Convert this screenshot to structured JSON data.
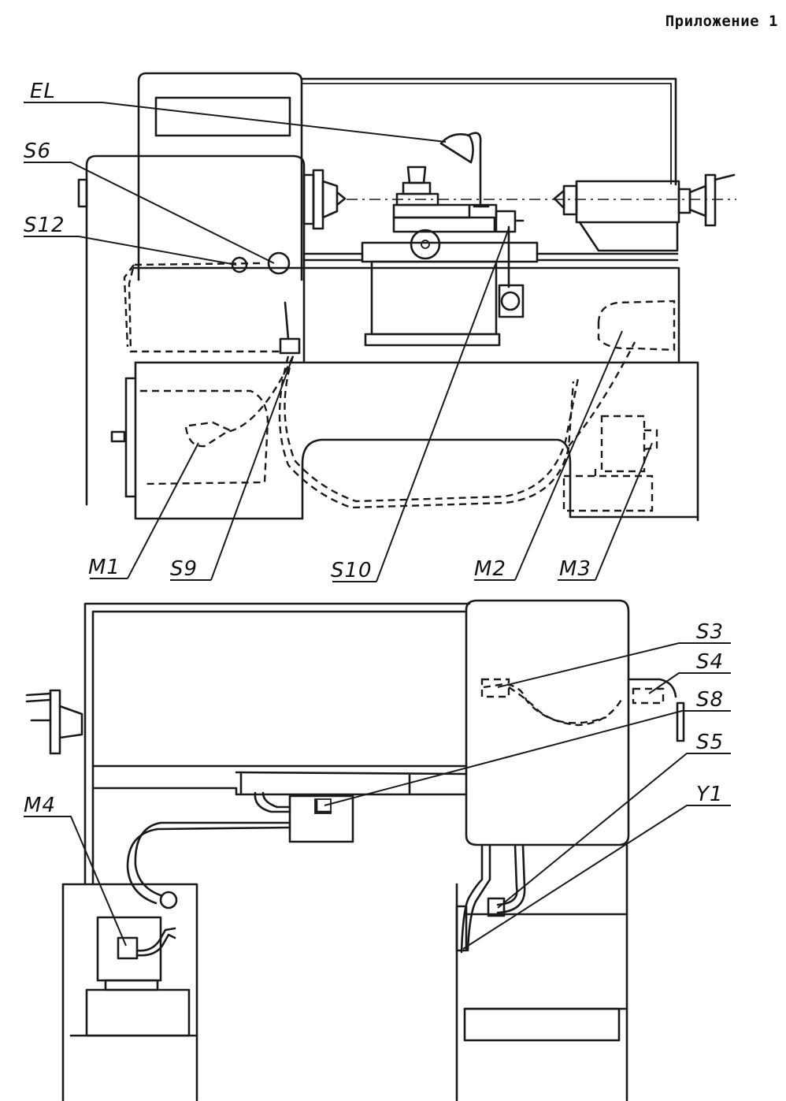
{
  "header": {
    "appendix_title": "Приложение 1"
  },
  "front_view": {
    "labels": {
      "el": "EL",
      "s6": "S6",
      "s12": "S12",
      "m1": "M1",
      "s9": "S9",
      "s10": "S10",
      "m2": "M2",
      "m3": "M3"
    }
  },
  "rear_view": {
    "labels": {
      "s3": "S3",
      "s4": "S4",
      "s8": "S8",
      "s5": "S5",
      "y1": "Y1",
      "m4": "M4"
    }
  }
}
